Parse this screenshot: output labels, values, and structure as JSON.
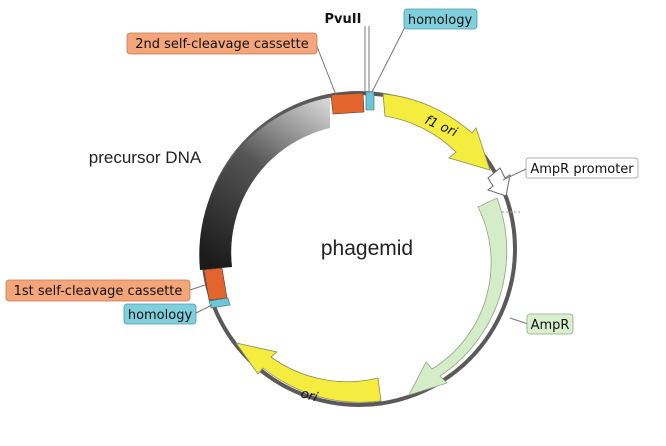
{
  "center_label": "phagemid",
  "features": {
    "precursor": "precursor DNA",
    "pvuii": "PvuII",
    "homology_top": "homology",
    "cassette2": "2nd self-cleavage cassette",
    "f1ori": "f1 ori",
    "amp_promoter": "AmpR promoter",
    "ampr": "AmpR",
    "ori": "ori",
    "cassette1": "1st self-cleavage cassette",
    "homology_bottom": "homology"
  },
  "colors": {
    "backbone": "#555555",
    "yellow": "#f4ec3f",
    "green": "#d5ecc9",
    "orange": "#e4642e",
    "cyan": "#6cc6d6",
    "label_orange": "#f4a57a",
    "label_cyan": "#7fcfdc",
    "label_green": "#d9efcf"
  }
}
